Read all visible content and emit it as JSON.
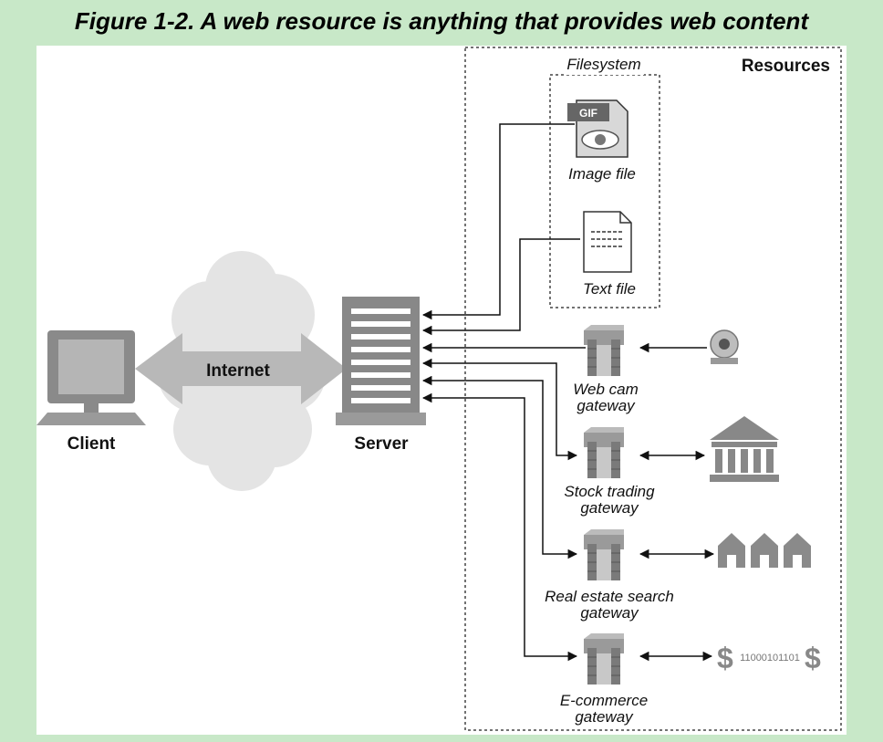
{
  "caption": "Figure 1-2. A web resource is anything that provides web content",
  "labels": {
    "client": "Client",
    "internet": "Internet",
    "server": "Server",
    "resources": "Resources",
    "filesystem": "Filesystem",
    "image_file": "Image file",
    "text_file": "Text file",
    "gif": "GIF",
    "webcam_1": "Web cam",
    "webcam_2": "gateway",
    "stock_1": "Stock trading",
    "stock_2": "gateway",
    "realestate_1": "Real estate search",
    "realestate_2": "gateway",
    "ecommerce_1": "E-commerce",
    "ecommerce_2": "gateway",
    "binary": "11000101101"
  },
  "colors": {
    "background": "#c8e8c8",
    "panel": "#ffffff",
    "gray_dark": "#888888",
    "gray_mid": "#aaaaaa",
    "gray_light": "#d8d8d8",
    "ink": "#111111"
  },
  "icons": [
    "monitor-icon",
    "cloud-icon",
    "server-icon",
    "gif-file-icon",
    "text-file-icon",
    "gateway-icon",
    "webcam-icon",
    "bank-icon",
    "houses-icon",
    "dollar-icon"
  ]
}
